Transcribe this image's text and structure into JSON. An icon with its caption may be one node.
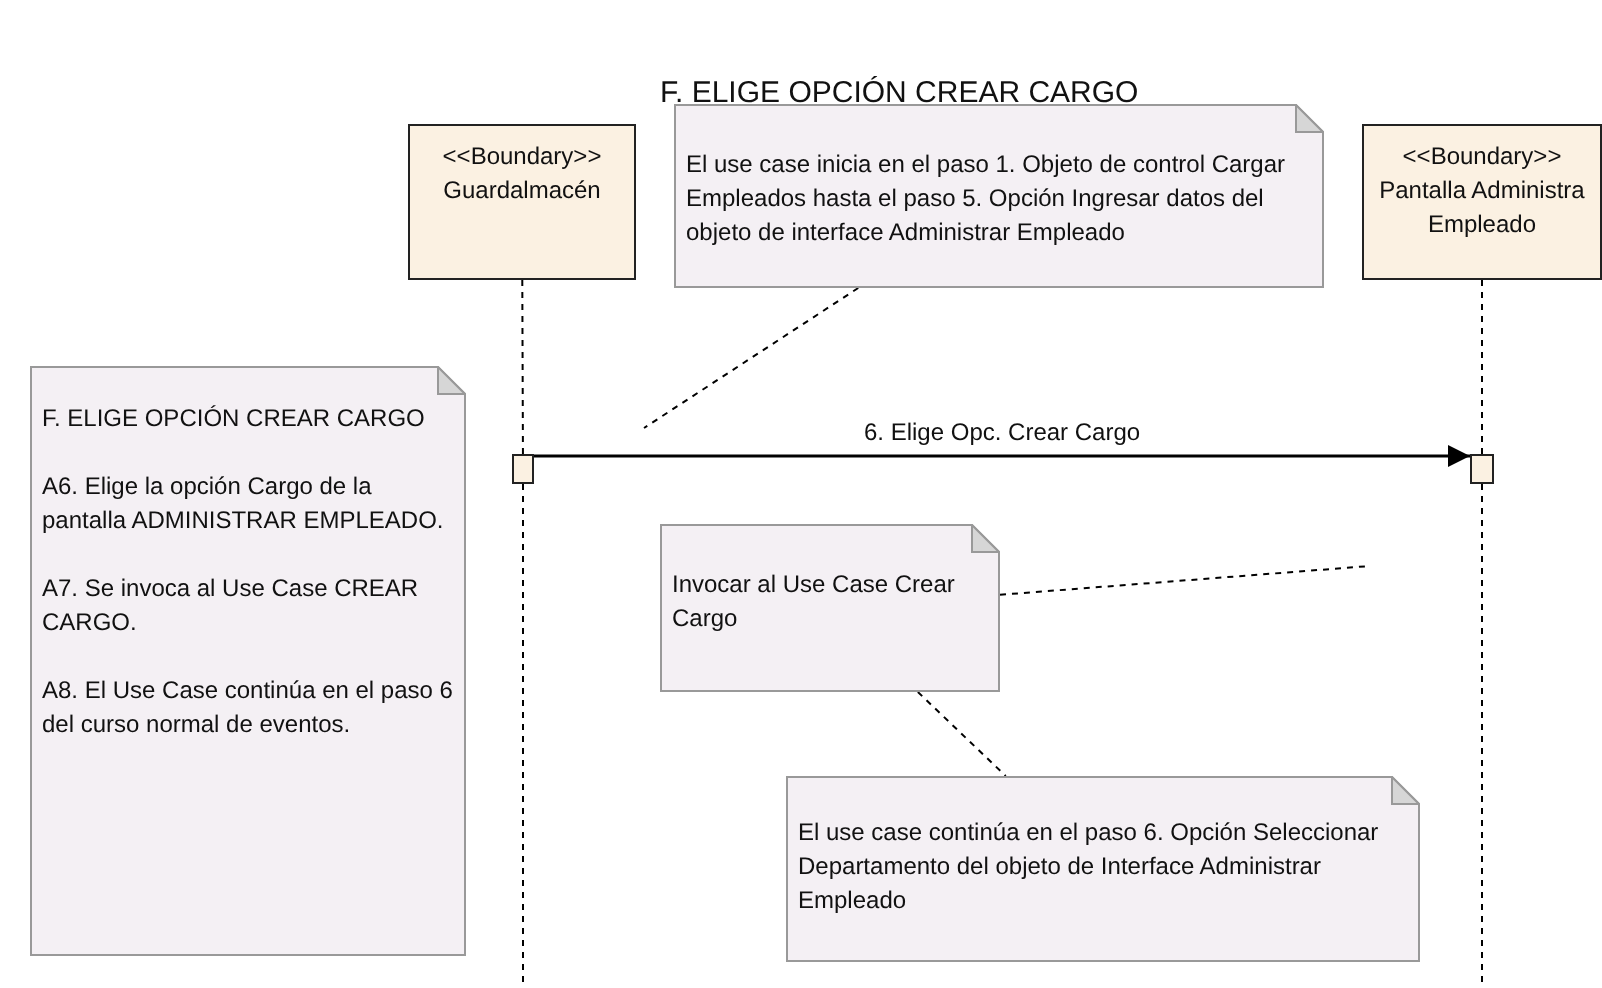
{
  "diagram": {
    "title": "F. ELIGE OPCIÓN CREAR CARGO",
    "nodes": [
      {
        "text": [
          "<<Boundary>>",
          "Guardalmacén"
        ]
      },
      {
        "text": [
          "El use case inicia en el paso 1. Objeto de control Cargar Empleados hasta el paso 5. Opción Ingresar datos del objeto de interface Administrar Empleado"
        ]
      },
      {
        "text": [
          "<<Boundary>>",
          "Pantalla Administra Empleado"
        ]
      },
      {
        "text": [
          "F. ELIGE OPCIÓN CREAR CARGO",
          "A6.  Elige la opción Cargo de la pantalla ADMINISTRAR EMPLEADO.",
          "A7.  Se invoca al Use Case CREAR CARGO.",
          "A8.  El Use Case continúa en el paso 6 del curso normal de eventos."
        ]
      },
      {
        "text": [],
        "shape": "box"
      },
      {
        "text": [],
        "shape": "box"
      },
      {
        "text": [
          "Invocar al Use Case Crear Cargo"
        ]
      },
      {
        "text": [
          "El use case continúa en el paso 6. Opción Seleccionar Departamento del objeto de Interface Administrar Empleado"
        ]
      }
    ],
    "edges": [
      {
        "from": 0,
        "to": 4,
        "arrow": "none",
        "style": "dashed"
      },
      {
        "from": 2,
        "to": 5,
        "arrow": "none",
        "style": "dashed"
      },
      {
        "from": 4,
        "to": 5,
        "arrow": "to",
        "label": "6. Elige Opc. Crear Cargo"
      },
      {
        "from": 1,
        "to": null,
        "arrow": "none",
        "style": "dashed"
      },
      {
        "from": 6,
        "to": null,
        "arrow": "none",
        "style": "dashed"
      },
      {
        "from": 6,
        "to": 7,
        "arrow": "none",
        "style": "dashed"
      }
    ]
  }
}
